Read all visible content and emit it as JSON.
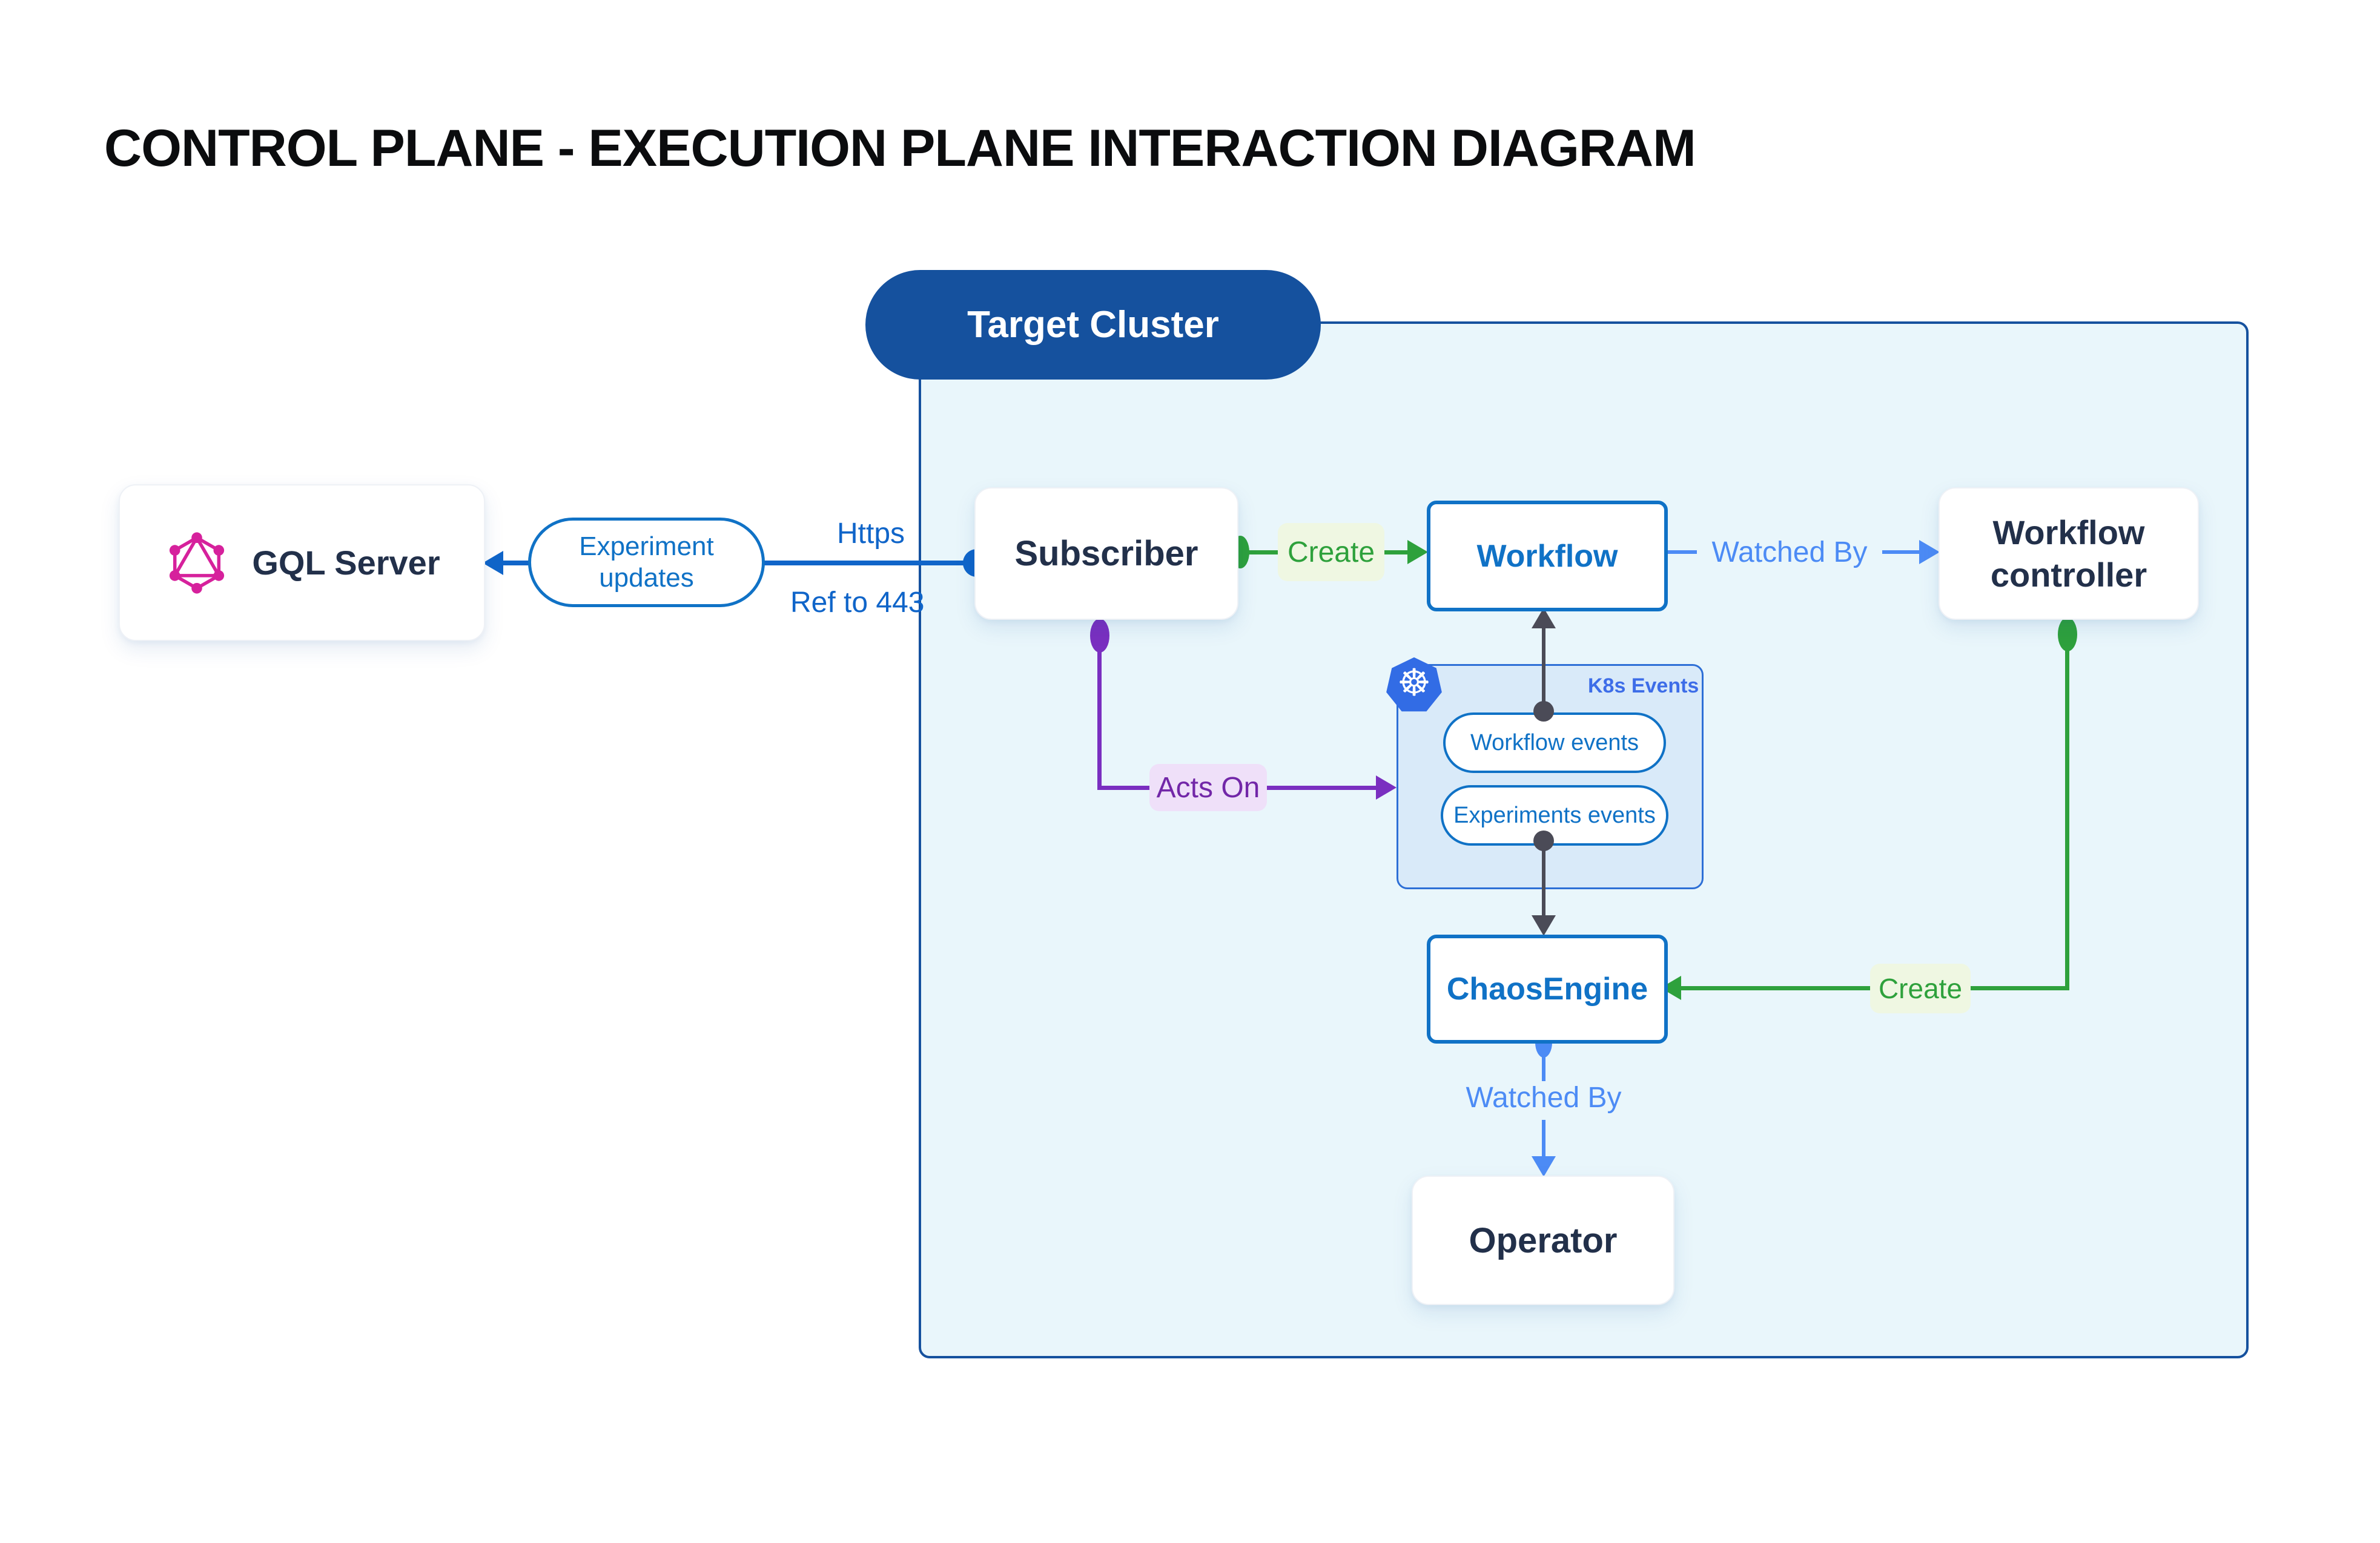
{
  "title": "CONTROL PLANE - EXECUTION PLANE INTERACTION DIAGRAM",
  "cluster": {
    "label": "Target Cluster"
  },
  "nodes": {
    "gql_server": "GQL Server",
    "subscriber": "Subscriber",
    "workflow": "Workflow",
    "workflow_controller": "Workflow controller",
    "chaos_engine": "ChaosEngine",
    "operator": "Operator"
  },
  "k8s_events": {
    "title": "K8s Events",
    "events": [
      "Workflow events",
      "Experiments events"
    ]
  },
  "edges": {
    "experiment_updates": "Experiment updates",
    "https": "Https",
    "ref_443": "Ref to 443",
    "create_workflow": "Create",
    "watched_by_controller": "Watched By",
    "acts_on": "Acts On",
    "create_chaosengine": "Create",
    "watched_by_operator": "Watched By"
  },
  "colors": {
    "title_text": "#0b0c0e",
    "cluster_fill": "#e9f6fb",
    "cluster_border": "#15519e",
    "cluster_pill": "#15519e",
    "node_text_navy": "#22304a",
    "node_blue": "#1072c6",
    "main_blue_line": "#1065c9",
    "light_blue": "#4c8bf5",
    "green": "#2ea13c",
    "green_chip_bg": "#eff7e2",
    "purple": "#7a2fc0",
    "purple_chip_bg": "#efe0f9",
    "gray_connector": "#4b4b57",
    "k8s_fill": "#d9eaf9",
    "k8s_border": "#2d6fd6",
    "k8s_brand": "#326ce5",
    "graphql_pink": "#d6219c"
  }
}
